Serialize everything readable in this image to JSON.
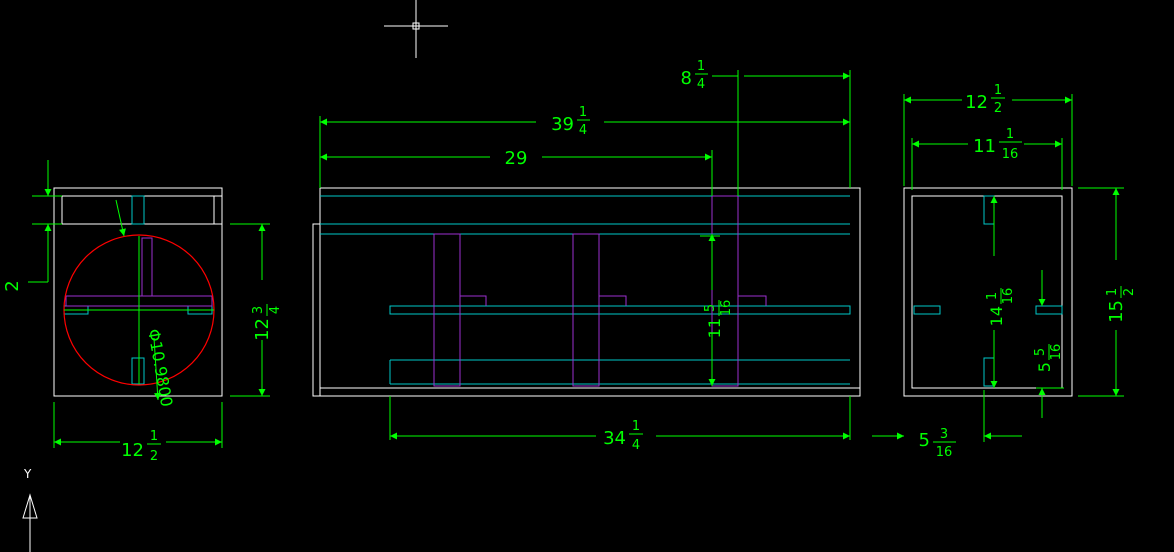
{
  "colors": {
    "background": "#000000",
    "outline": "#ffffff",
    "cyan": "#00c8c8",
    "purple": "#9b2fd0",
    "dimension": "#00ff00",
    "circle": "#ff0000"
  },
  "ucs": {
    "y_label": "Y"
  },
  "dims": {
    "left_height_2": "2",
    "left_height_whole": "12",
    "left_height_num": "3",
    "left_height_den": "4",
    "left_width_whole": "12",
    "left_width_num": "1",
    "left_width_den": "2",
    "diameter": "Φ10.9800",
    "top_overall_whole": "39",
    "top_overall_num": "1",
    "top_overall_den": "4",
    "top_29": "29",
    "top_small_whole": "8",
    "top_small_num": "1",
    "top_small_den": "4",
    "bottom_whole": "34",
    "bottom_num": "1",
    "bottom_den": "4",
    "mid_vertical_whole": "11",
    "mid_vertical_num": "5",
    "mid_vertical_den": "16",
    "right_top_whole": "12",
    "right_top_num": "1",
    "right_top_den": "2",
    "right_inner_whole": "11",
    "right_inner_num": "1",
    "right_inner_den": "16",
    "right_height_whole": "15",
    "right_height_num": "1",
    "right_height_den": "2",
    "right_inner_height_whole": "14",
    "right_inner_height_num": "1",
    "right_inner_height_den": "16",
    "right_small_whole": "5",
    "right_small_num": "5",
    "right_small_den": "16",
    "bottom_right_whole": "5",
    "bottom_right_num": "3",
    "bottom_right_den": "16"
  }
}
